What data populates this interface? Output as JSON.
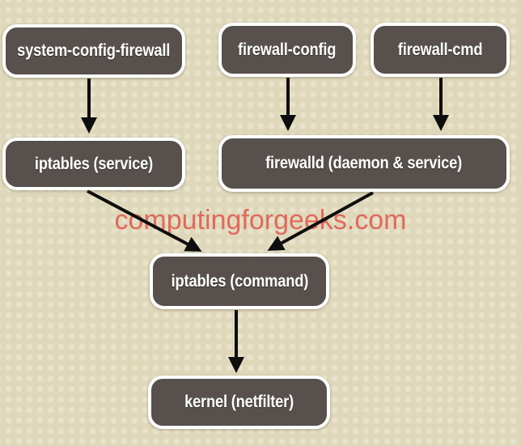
{
  "watermark": {
    "text": "computingforgeeks.com"
  },
  "nodes": {
    "system_config_firewall": {
      "label": "system-config-firewall"
    },
    "firewall_config": {
      "label": "firewall-config"
    },
    "firewall_cmd": {
      "label": "firewall-cmd"
    },
    "iptables_service": {
      "label": "iptables (service)"
    },
    "firewalld": {
      "label": "firewalld (daemon & service)"
    },
    "iptables_command": {
      "label": "iptables (command)"
    },
    "kernel_netfilter": {
      "label": "kernel (netfilter)"
    }
  },
  "edges": [
    {
      "from": "system-config-firewall",
      "to": "iptables (service)"
    },
    {
      "from": "firewall-config",
      "to": "firewalld (daemon & service)"
    },
    {
      "from": "firewall-cmd",
      "to": "firewalld (daemon & service)"
    },
    {
      "from": "iptables (service)",
      "to": "iptables (command)"
    },
    {
      "from": "firewalld (daemon & service)",
      "to": "iptables (command)"
    },
    {
      "from": "iptables (command)",
      "to": "kernel (netfilter)"
    }
  ],
  "colors": {
    "background": "#ded7b9",
    "background_dot": "#e9e3cc",
    "node_fill": "#57504c",
    "node_border": "#ffffff",
    "node_text": "#ffffff",
    "arrow": "#0e0e0e",
    "watermark": "#e05a50"
  }
}
